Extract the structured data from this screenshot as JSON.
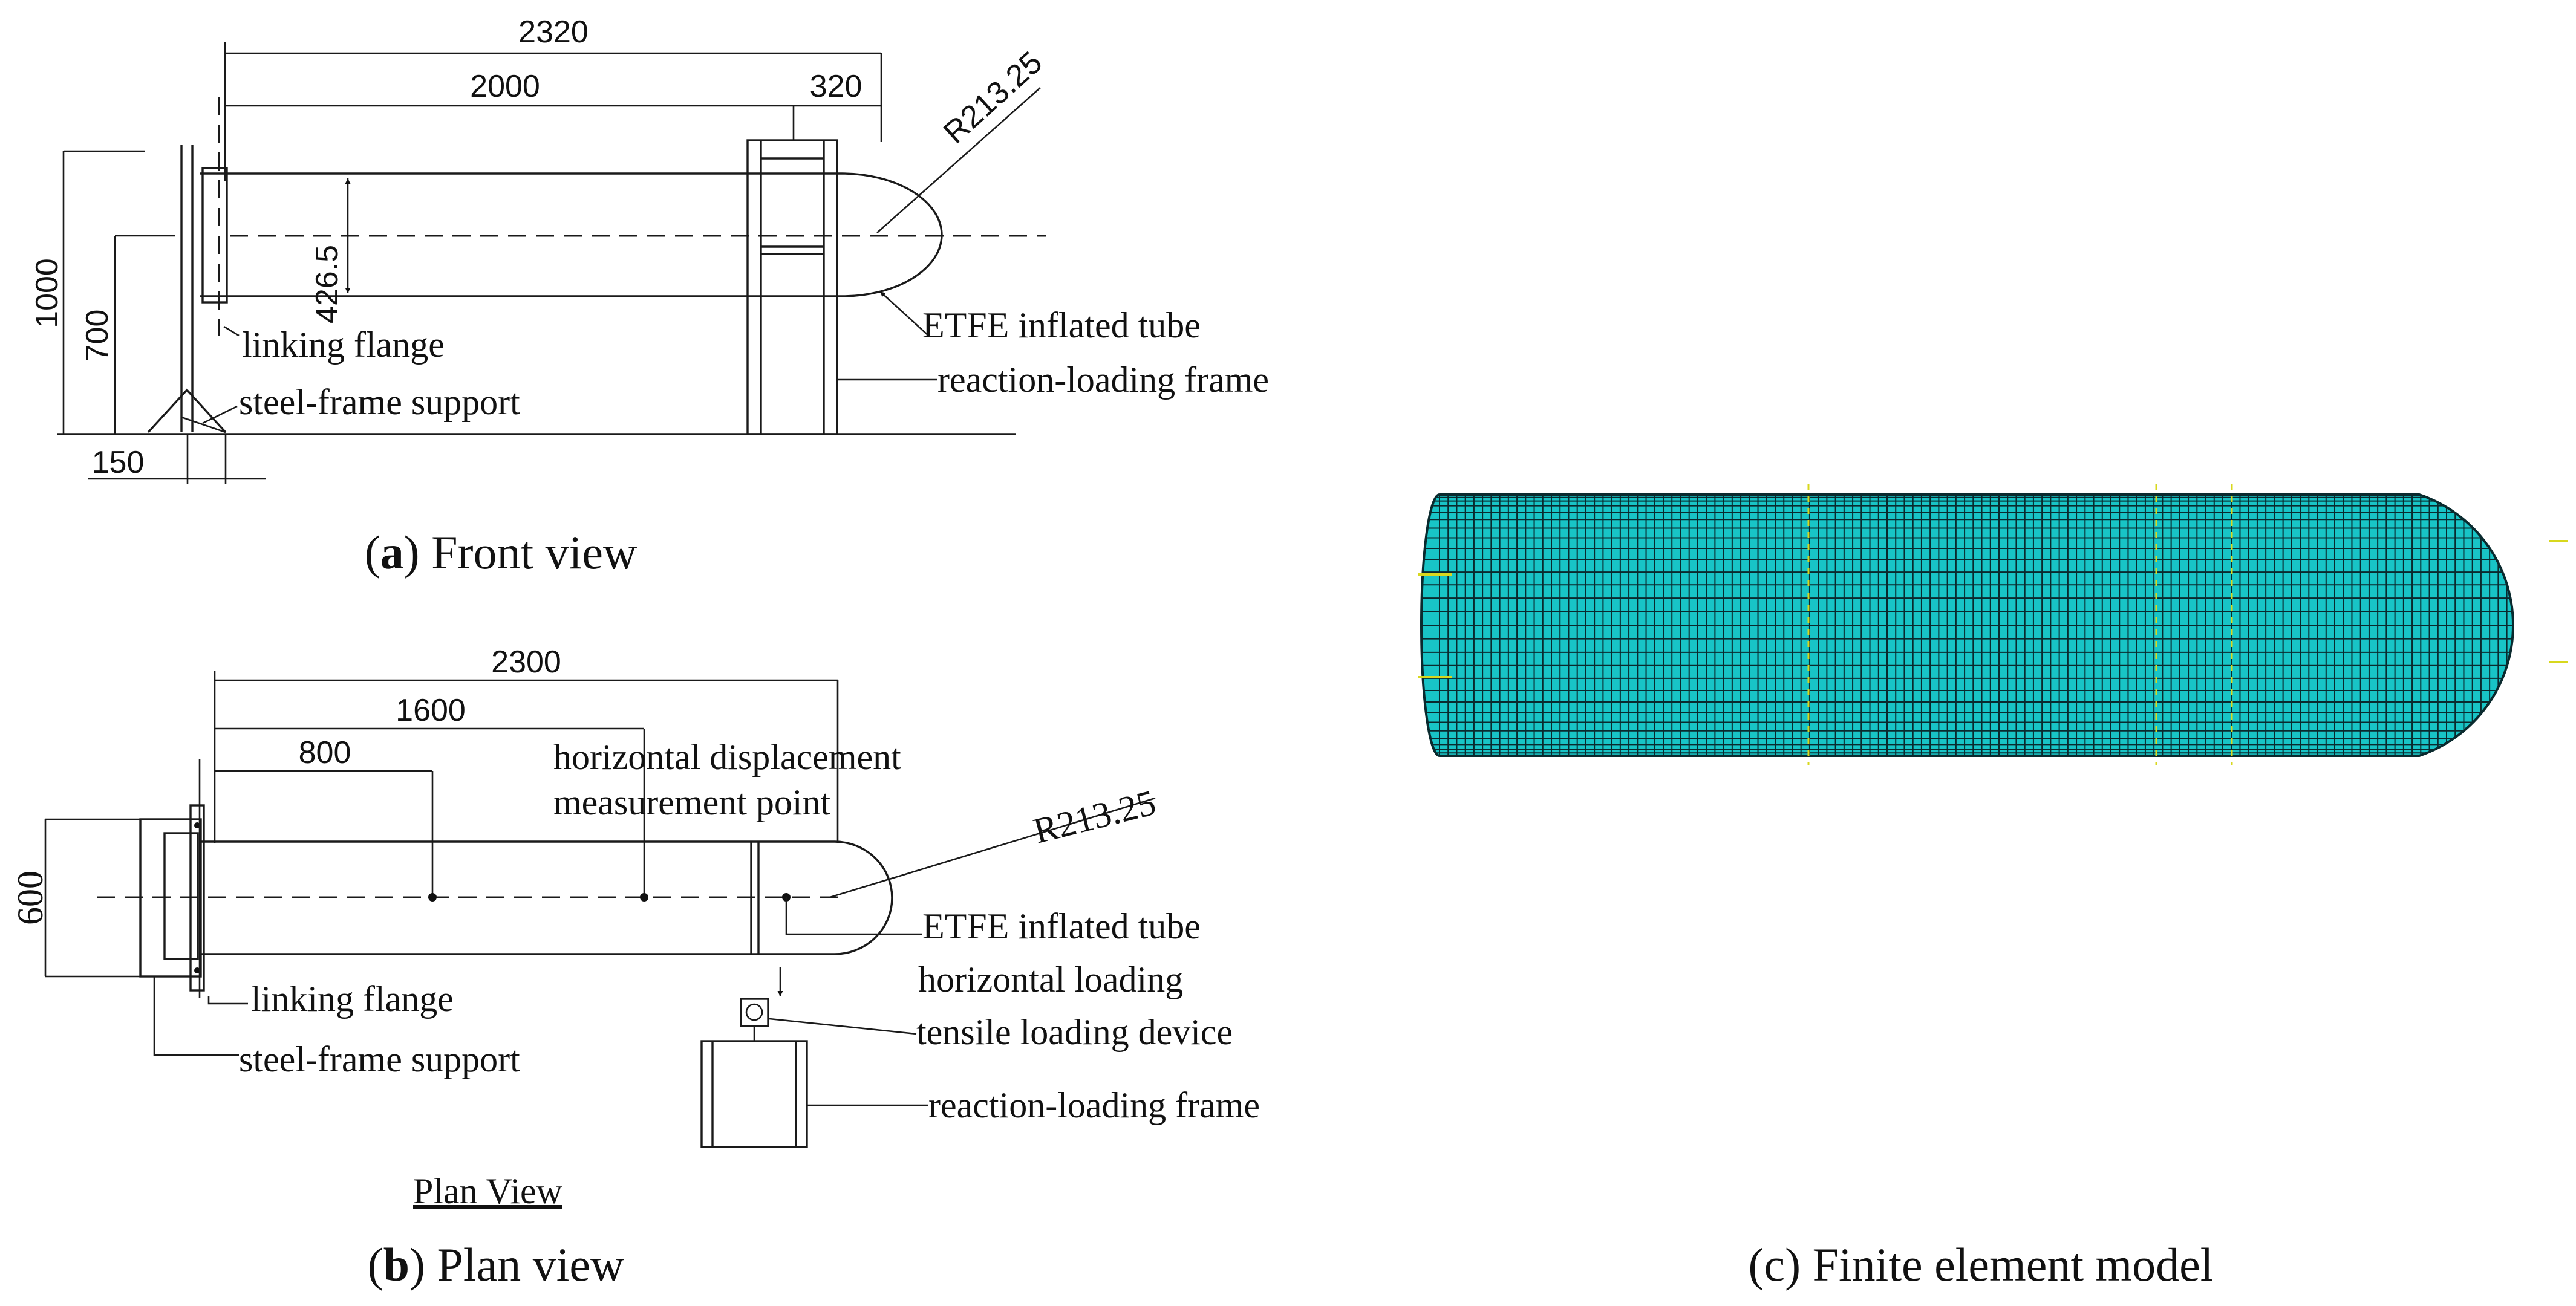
{
  "front_view": {
    "dimensions": {
      "total_length": "2320",
      "tube_length": "2000",
      "end_offset": "320",
      "radius": "R213.25",
      "height_total": "1000",
      "height_axis": "700",
      "tube_diameter": "426.5",
      "base_width": "150"
    },
    "labels": {
      "flange": "linking flange",
      "support": "steel-frame support",
      "tube": "ETFE inflated tube",
      "frame": "reaction-loading frame"
    },
    "caption": {
      "letter": "a",
      "text": "Front view"
    }
  },
  "plan_view": {
    "dimensions": {
      "total_length": "2300",
      "point_2": "1600",
      "point_1": "800",
      "radius": "R213.25",
      "width": "600"
    },
    "labels": {
      "measure_line1": "horizontal displacement",
      "measure_line2": "measurement point",
      "tube": "ETFE inflated tube",
      "loading": "horizontal loading",
      "device": "tensile loading device",
      "flange": "linking flange",
      "support": "steel-frame support",
      "frame": "reaction-loading frame",
      "title": "Plan View"
    },
    "caption": {
      "letter": "b",
      "text": "Plan view"
    }
  },
  "fe_model": {
    "caption": {
      "letter": "c",
      "text": "Finite element model"
    },
    "colors": {
      "fill": "#18c4c6",
      "mesh": "#0a2a2e",
      "accent": "#d8d81e"
    }
  }
}
